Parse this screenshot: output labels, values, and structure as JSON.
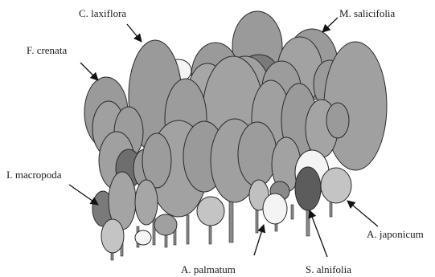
{
  "labels": {
    "c_laxiflora": "C. laxiflora",
    "m_salicifolia": "M. salicifolia",
    "f_crenata": "F. crenata",
    "i_macropoda": "I. macropoda",
    "a_japonicum": "A. japonicum",
    "a_palmatum": "A. palmatum",
    "s_alnifolia": "S. alnifolia"
  },
  "colors": {
    "crown_gray": "#9a9a9a",
    "crown_light": "#c4c4c4",
    "crown_dark": "#6a6a6a",
    "crown_white": "#f4f4f4",
    "outline": "#2a2a2a",
    "trunk": "#8a8a8a",
    "arrow": "#111111"
  }
}
